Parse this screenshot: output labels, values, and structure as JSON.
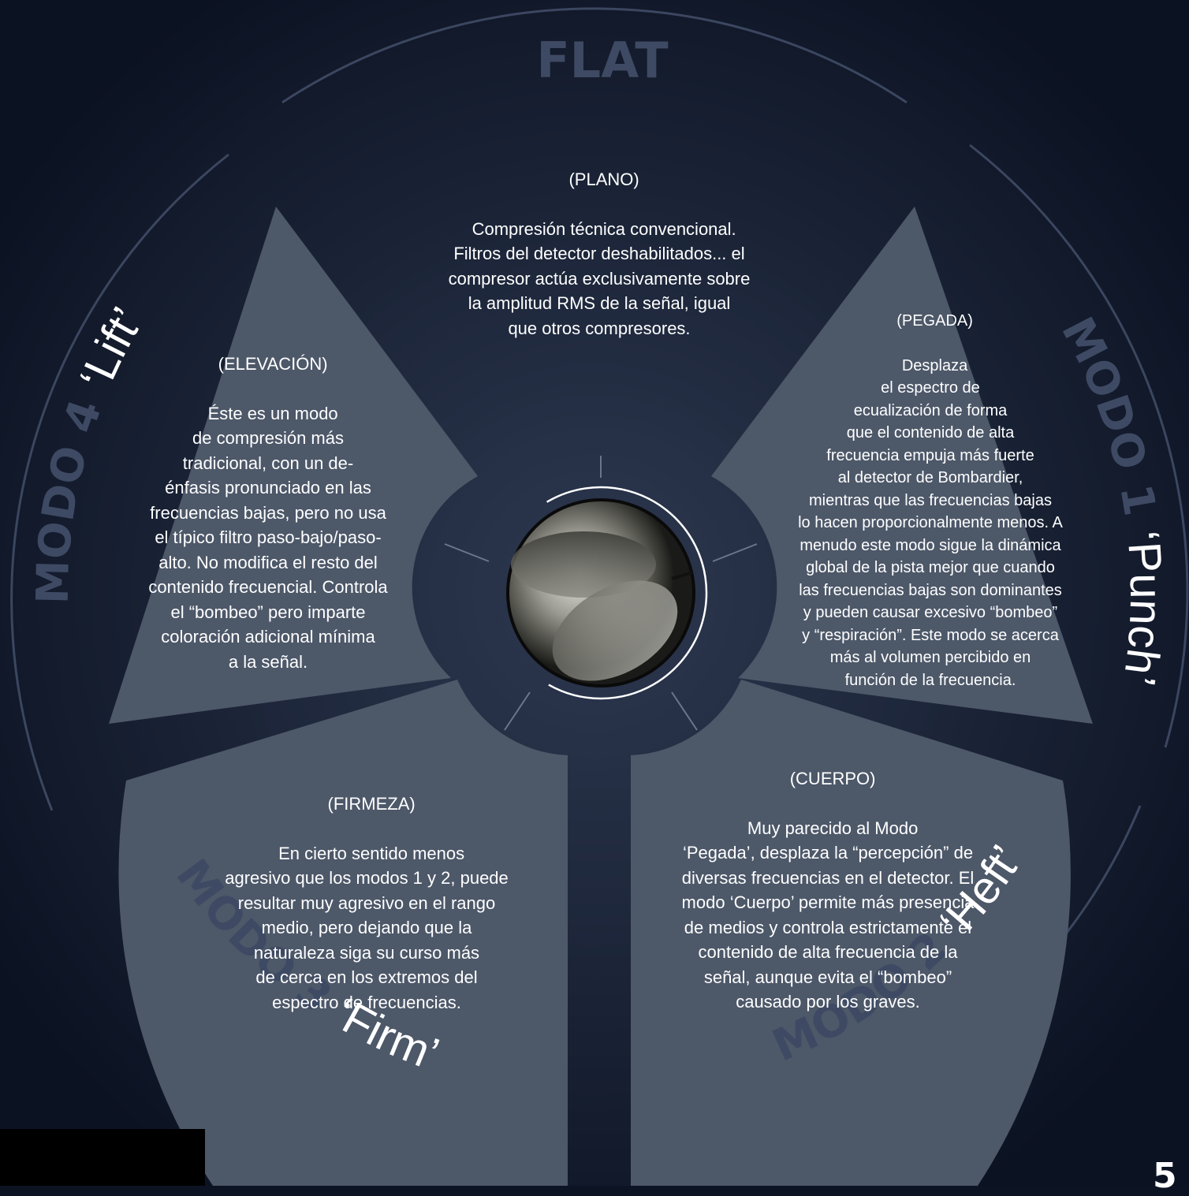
{
  "modes": {
    "flat": {
      "label": "FLAT",
      "subtitle": "(PLANO)",
      "description": "Compresión técnica convencional.\nFiltros del detector deshabilitados... el\ncompresor actúa exclusivamente sobre\nla amplitud RMS de la señal, igual\nque otros compresores."
    },
    "mode1": {
      "label_bold": "MODO 1",
      "label_light": "‘Punch’",
      "subtitle": "(PEGADA)",
      "description": "Desplaza\nel espectro de\necualización de forma\nque el contenido de alta\nfrecuencia empuja más fuerte\nal detector de Bombardier,\nmientras que las frecuencias bajas\nlo hacen proporcionalmente menos. A\nmenudo este modo sigue la dinámica\nglobal de la pista mejor que cuando\nlas frecuencias bajas son dominantes\ny pueden causar excesivo “bombeo”\ny “respiración”. Este modo se acerca\nmás al volumen percibido en\nfunción de la frecuencia."
    },
    "mode2": {
      "label_bold": "MODO 2",
      "label_light": "‘Heft’",
      "subtitle": "(CUERPO)",
      "description": "Muy parecido al Modo\n‘Pegada’, desplaza la “percepción” de\ndiversas frecuencias en el detector. El\nmodo ‘Cuerpo’ permite más presencia\nde medios y controla estrictamente el\ncontenido de alta frecuencia de la\nseñal, aunque evita el “bombeo”\ncausado por los graves."
    },
    "mode3": {
      "label_bold": "MODO 3",
      "label_light": "‘Firm’",
      "subtitle": "(FIRMEZA)",
      "description": "En cierto sentido menos\nagresivo que los modos 1 y 2, puede\nresultar muy agresivo en el rango\nmedio, pero dejando que la\nnaturaleza siga su curso más\nde cerca en los extremos del\nespectro de frecuencias."
    },
    "mode4": {
      "label_bold": "MODO 4",
      "label_light": "‘Lift’",
      "subtitle": "(ELEVACIÓN)",
      "description": "Éste es un modo\nde compresión más\ntradicional, con un de-\nénfasis pronunciado en las\nfrecuencias bajas, pero no usa\nel típico filtro paso-bajo/paso-\nalto. No modifica el resto del\ncontenido frecuencial. Controla\nel “bombeo” pero imparte\ncoloración adicional mínima\na la señal."
    }
  },
  "page_number": "5",
  "colors": {
    "background": "#0c1424",
    "wedge": "#4d5869",
    "ring": "#1b2437",
    "label": "#3e4a63",
    "text": "#ffffff"
  },
  "icons": [
    "selector-knob-icon"
  ]
}
